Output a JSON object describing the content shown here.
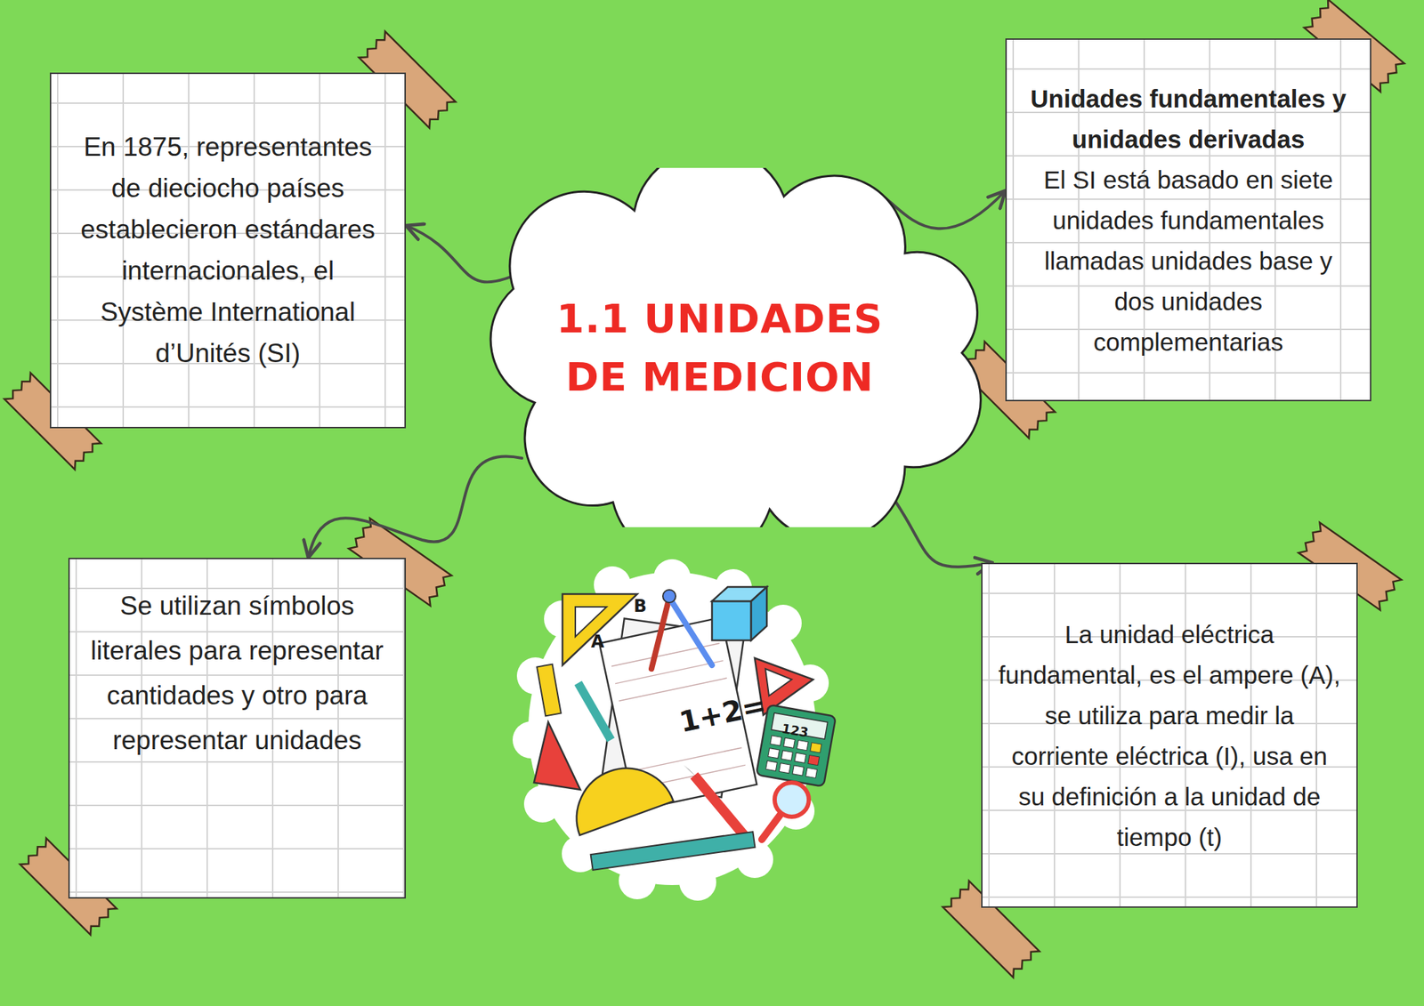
{
  "diagram": {
    "nodes": [
      {
        "text": [
          "1.1 UNIDADES DE MEDICION"
        ]
      },
      {
        "text": [
          "En 1875, representantes de dieciocho países establecieron estándares internacionales, el Système International d’Unités (SI)"
        ]
      },
      {
        "text": [
          "Unidades fundamentales y unidades derivadas",
          "El SI está basado en siete unidades fundamentales llamadas unidades base y dos unidades complementarias"
        ]
      },
      {
        "text": [
          "Se utilizan símbolos literales para representar cantidades y otro para representar unidades"
        ]
      },
      {
        "text": [
          "La unidad eléctrica fundamental, es el ampere (A), se utiliza para medir la corriente eléctrica (I), usa en su definición a la unidad de tiempo (t)"
        ]
      }
    ],
    "edges": [
      {
        "from": 0,
        "to": 1,
        "arrow": "to"
      },
      {
        "from": 0,
        "to": 2,
        "arrow": "to"
      },
      {
        "from": 0,
        "to": 3,
        "arrow": "to"
      },
      {
        "from": 0,
        "to": 4,
        "arrow": "to"
      }
    ],
    "labels": [
      "B",
      "A",
      "1+2=",
      "123"
    ]
  }
}
